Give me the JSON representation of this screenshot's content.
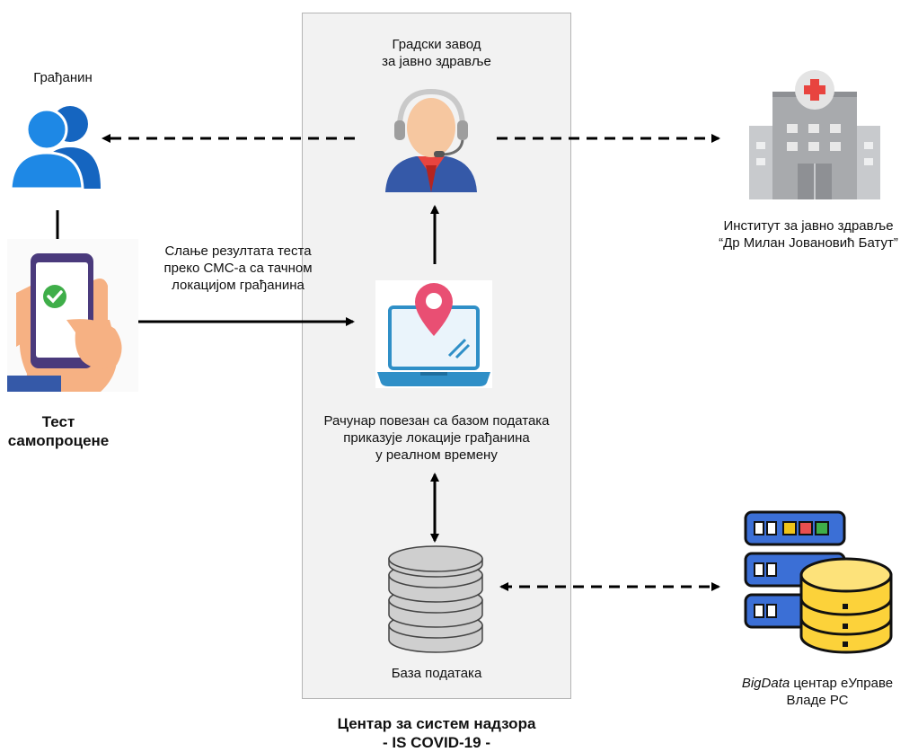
{
  "center": {
    "title_line1": "Центар за систем надзора",
    "title_line2": "- IS COVID-19 -"
  },
  "dispatch": {
    "line1": "Градски завод",
    "line2": "за јавно здравље",
    "icon": "operator-headset-icon"
  },
  "citizen": {
    "label": "Грађанин",
    "icon": "users-icon"
  },
  "institute": {
    "line1": "Институт за јавно здравље",
    "line2": "“Др Милан Јовановић Батут”",
    "icon": "hospital-building-icon"
  },
  "sms_label": {
    "line1": "Слање резултата теста",
    "line2": "преко СМС-а са тачном",
    "line3": "локацијом грађанина"
  },
  "self_test": {
    "line1": "Тест",
    "line2": "самопроцене",
    "icon": "phone-check-icon"
  },
  "computer": {
    "line1": "Рачунар повезан са базом података",
    "line2": "приказује локације грађанина",
    "line3": "у реалном времену",
    "icon": "laptop-location-icon"
  },
  "database": {
    "label": "База података",
    "icon": "database-icon"
  },
  "bigdata": {
    "italic": "BigData",
    "rest": " центар еУправе",
    "line2": "Владе РС",
    "icon": "server-database-icon"
  },
  "colors": {
    "panel": "#f2f2f2",
    "user_blue": "#1976d2",
    "skin": "#f6c7a0",
    "pin": "#e94f73",
    "laptop_blue": "#2f8fc7",
    "building_gray": "#a8aaad",
    "server_blue": "#3b6fd6",
    "db_yellow": "#fcd23a"
  }
}
